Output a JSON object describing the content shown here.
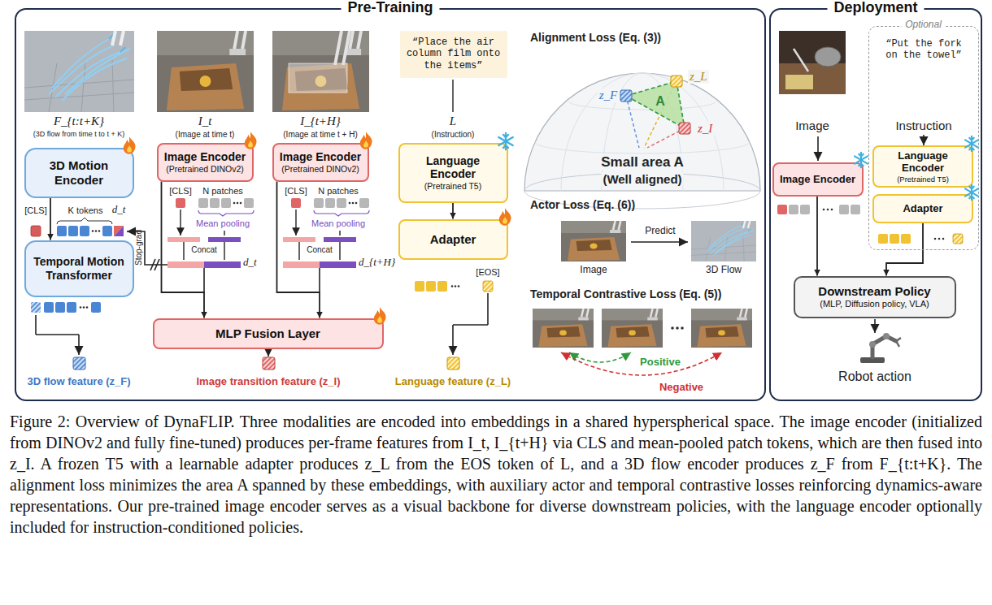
{
  "diagram": {
    "caption": "Figure 2: Overview of DynaFLIP. Three modalities are encoded into embeddings in a shared hyperspherical space. The image encoder (initialized from DINOv2 and fully fine-tuned) produces per-frame features from I_t, I_{t+H} via CLS and mean-pooled patch tokens, which are then fused into z_I. A frozen T5 with a learnable adapter produces z_L from the EOS token of L, and a 3D flow encoder produces z_F from F_{t:t+K}. The alignment loss minimizes the area A spanned by these embeddings, with auxiliary actor and temporal contrastive losses reinforcing dynamics-aware representations. Our pre-trained image encoder serves as a visual backbone for diverse downstream policies, with the language encoder optionally included for instruction-conditioned policies.",
    "nodes": [
      {
        "text": [
          "Pre-Training"
        ]
      },
      {
        "text": [
          "3D Motion Encoder"
        ],
        "in": 0
      },
      {
        "text": [
          "Image Encoder",
          "(Pretrained DINOv2)"
        ],
        "in": 0
      },
      {
        "text": [
          "Image Encoder",
          "(Pretrained DINOv2)"
        ],
        "in": 0
      },
      {
        "text": [
          "“Place the air column film onto the items”"
        ],
        "in": 0
      },
      {
        "text": [
          "Language Encoder",
          "(Pretrained T5)"
        ],
        "in": 0
      },
      {
        "text": [
          "Adapter"
        ],
        "in": 0
      },
      {
        "text": [
          "Temporal Motion Transformer"
        ],
        "in": 0
      },
      {
        "text": [
          "MLP Fusion Layer"
        ],
        "in": 0
      },
      {
        "text": [
          "Deployment"
        ]
      },
      {
        "text": [
          "Optional"
        ],
        "in": 9
      },
      {
        "text": [
          "Image Encoder"
        ],
        "in": 9
      },
      {
        "text": [
          "Language Encoder",
          "(Pretrained T5)"
        ],
        "in": 10
      },
      {
        "text": [
          "Adapter"
        ],
        "in": 10
      },
      {
        "text": [
          "Downstream Policy",
          "(MLP, Diffusion policy, VLA)"
        ],
        "in": 9
      }
    ],
    "edges": [
      {
        "from": 1,
        "to": 7,
        "arrow": "to"
      },
      {
        "from": 2,
        "to": 8,
        "arrow": "to"
      },
      {
        "from": 3,
        "to": 8,
        "arrow": "to"
      },
      {
        "from": 5,
        "to": 6,
        "arrow": "to"
      },
      {
        "from": 11,
        "to": 14,
        "arrow": "to"
      },
      {
        "from": 13,
        "to": 14,
        "arrow": "to"
      }
    ],
    "labels": [
      "F_{t:t+K}",
      "(3D flow from time t to t + K)",
      "I_t",
      "(Image at time t)",
      "I_{t+H}",
      "(Image at time t + H)",
      "L",
      "(Instruction)",
      "[CLS]",
      "K tokens",
      "d_t",
      "[CLS]",
      "N patches",
      "Mean pooling",
      "Concat",
      "d_t",
      "[CLS]",
      "N patches",
      "Mean pooling",
      "Concat",
      "d_{t+H}",
      "Stop-grad",
      "[EOS]",
      "3D flow feature (z_F)",
      "Image transition feature (z_I)",
      "Language feature (z_L)",
      "Alignment Loss (Eq. (3))",
      "z_F",
      "A",
      "z_L",
      "z_I",
      "Small area A",
      "(Well aligned)",
      "Actor Loss (Eq. (6))",
      "Image",
      "Predict",
      "3D Flow",
      "Temporal Contrastive Loss (Eq. (5))",
      "Positive",
      "Negative",
      "Image",
      "“Put the fork on the towel”",
      "Instruction",
      "Robot action"
    ]
  }
}
